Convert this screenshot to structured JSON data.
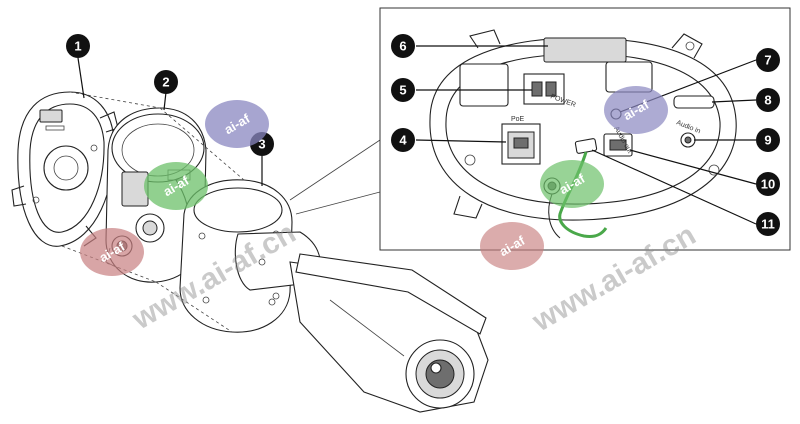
{
  "callouts": [
    {
      "number": "1"
    },
    {
      "number": "2"
    },
    {
      "number": "3"
    },
    {
      "number": "4"
    },
    {
      "number": "5"
    },
    {
      "number": "6"
    },
    {
      "number": "7"
    },
    {
      "number": "8"
    },
    {
      "number": "9"
    },
    {
      "number": "10"
    },
    {
      "number": "11"
    }
  ],
  "panel_labels": {
    "poe": "PoE",
    "power": "POWER",
    "audio_in": "Audio in",
    "audio_out": "Audio out"
  },
  "watermarks": {
    "url": "www.ai-af.cn",
    "logo": "ai-af"
  },
  "colors": {
    "logo_purple": "#8a87c0",
    "logo_green": "#6cc06a",
    "logo_red": "#c87f80",
    "callout_fill": "#111111",
    "cable_green": "#4aa84a"
  }
}
